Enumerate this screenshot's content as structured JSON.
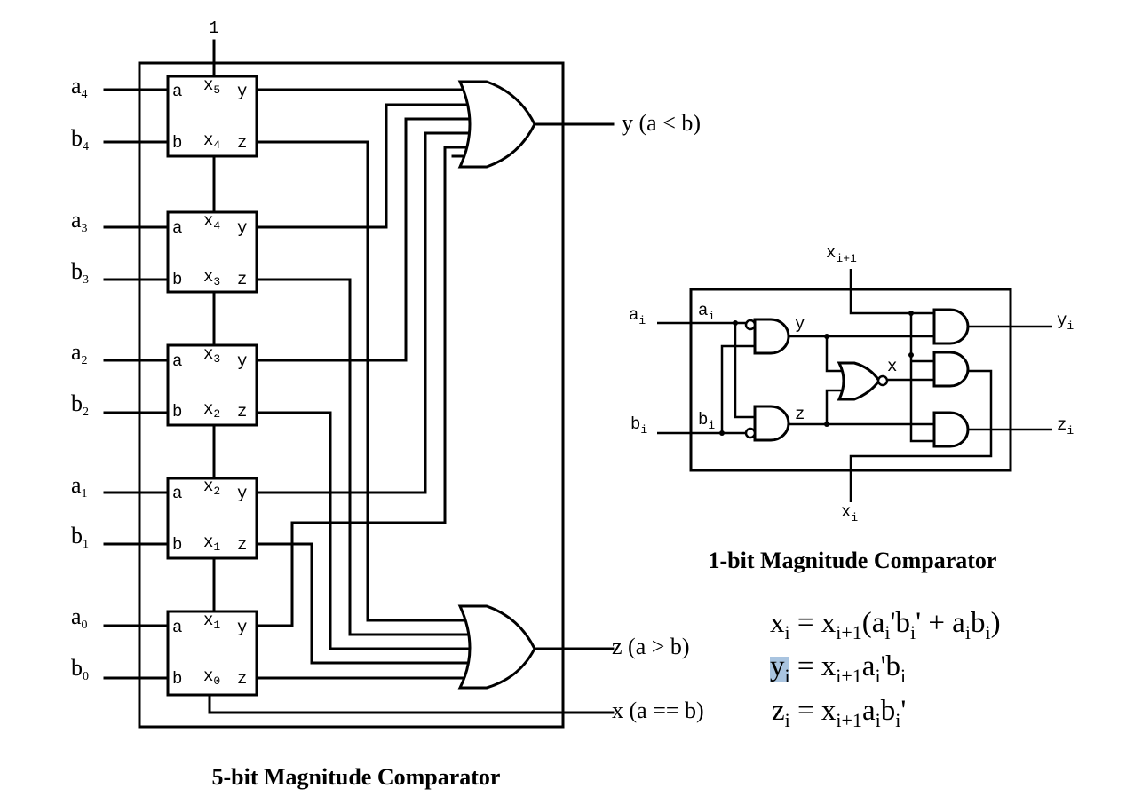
{
  "five_bit": {
    "title": "5-bit Magnitude Comparator",
    "top_input": "1",
    "inputs": [
      {
        "a": "a",
        "a_sub": "4",
        "b": "b",
        "b_sub": "4"
      },
      {
        "a": "a",
        "a_sub": "3",
        "b": "b",
        "b_sub": "3"
      },
      {
        "a": "a",
        "a_sub": "2",
        "b": "b",
        "b_sub": "2"
      },
      {
        "a": "a",
        "a_sub": "1",
        "b": "b",
        "b_sub": "1"
      },
      {
        "a": "a",
        "a_sub": "0",
        "b": "b",
        "b_sub": "0"
      }
    ],
    "blocks": [
      {
        "a": "a",
        "b": "b",
        "x_in": "x",
        "x_in_sub": "5",
        "x_out": "x",
        "x_out_sub": "4",
        "y": "y",
        "z": "z"
      },
      {
        "a": "a",
        "b": "b",
        "x_in": "x",
        "x_in_sub": "4",
        "x_out": "x",
        "x_out_sub": "3",
        "y": "y",
        "z": "z"
      },
      {
        "a": "a",
        "b": "b",
        "x_in": "x",
        "x_in_sub": "3",
        "x_out": "x",
        "x_out_sub": "2",
        "y": "y",
        "z": "z"
      },
      {
        "a": "a",
        "b": "b",
        "x_in": "x",
        "x_in_sub": "2",
        "x_out": "x",
        "x_out_sub": "1",
        "y": "y",
        "z": "z"
      },
      {
        "a": "a",
        "b": "b",
        "x_in": "x",
        "x_in_sub": "1",
        "x_out": "x",
        "x_out_sub": "0",
        "y": "y",
        "z": "z"
      }
    ],
    "outputs": {
      "y": "y (a < b)",
      "z": "z (a > b)",
      "x": "x (a == b)"
    }
  },
  "one_bit": {
    "title": "1-bit Magnitude Comparator",
    "x_in": "x",
    "x_in_sub": "i+1",
    "x_out": "x",
    "x_out_sub": "i",
    "a_ext": "a",
    "a_ext_sub": "i",
    "b_ext": "b",
    "b_ext_sub": "i",
    "a_int": "a",
    "a_int_sub": "i",
    "b_int": "b",
    "b_int_sub": "i",
    "y_out": "y",
    "y_out_sub": "i",
    "z_out": "z",
    "z_out_sub": "i",
    "y_node": "y",
    "z_node": "z",
    "x_node": "x"
  },
  "equations": [
    {
      "lhs": "x",
      "lhs_sub": "i",
      "eq": " = x",
      "s1": "i+1",
      "t1": "(a",
      "s2": "i",
      "t2": "'b",
      "s3": "i",
      "t3": "' + a",
      "s4": "i",
      "t4": "b",
      "s5": "i",
      "t5": ")"
    },
    {
      "lhs": "y",
      "lhs_sub": "i",
      "eq": " = x",
      "s1": "i+1",
      "t1": "a",
      "s2": "i",
      "t2": "'b",
      "s3": "i",
      "t3": "",
      "s4": "",
      "t4": "",
      "s5": "",
      "t5": ""
    },
    {
      "lhs": "z",
      "lhs_sub": "i",
      "eq": " = x",
      "s1": "i+1",
      "t1": "a",
      "s2": "i",
      "t2": "b",
      "s3": "i",
      "t3": "'",
      "s4": "",
      "t4": "",
      "s5": "",
      "t5": ""
    }
  ],
  "colors": {
    "highlight": "#a9c4e0",
    "ink": "#000000"
  }
}
